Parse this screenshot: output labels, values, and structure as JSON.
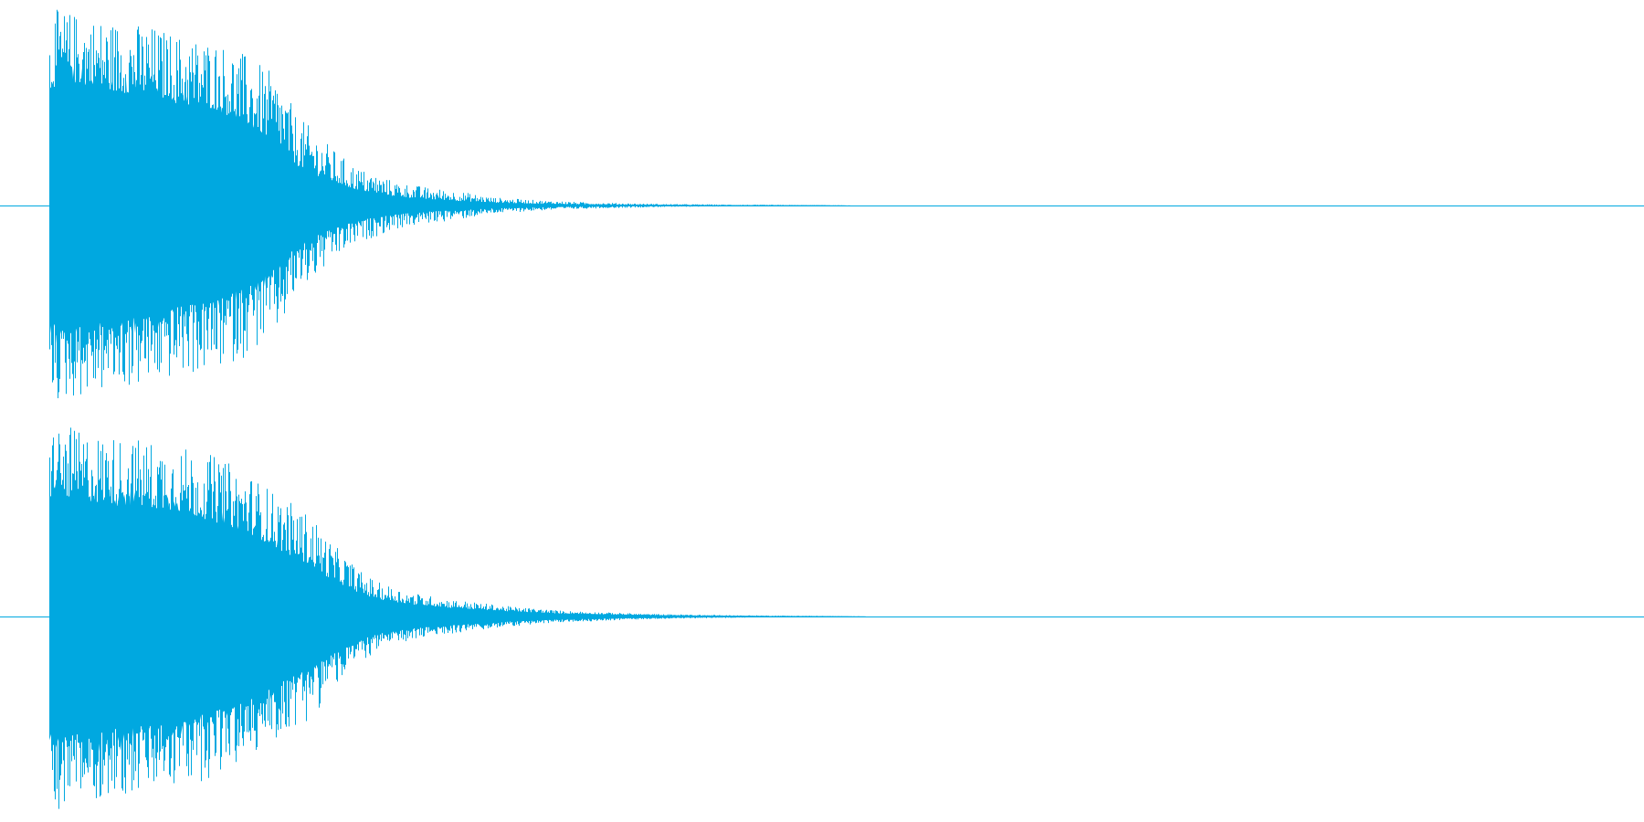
{
  "chart_data": {
    "type": "area",
    "title": "",
    "xlabel": "",
    "ylabel": "",
    "x_domain": [
      0,
      1
    ],
    "ylim": [
      -1,
      1
    ],
    "grid": false,
    "legend": "none",
    "series": [
      {
        "channel": 1,
        "x": [
          0.03,
          0.035,
          0.05,
          0.07,
          0.09,
          0.11,
          0.13,
          0.15,
          0.17,
          0.18,
          0.19,
          0.2,
          0.21,
          0.22,
          0.24,
          0.26,
          0.28,
          0.3,
          0.33,
          0.36,
          0.4,
          0.45,
          0.5,
          0.52,
          1.0
        ],
        "peak": [
          0.93,
          0.98,
          0.95,
          0.92,
          0.9,
          0.85,
          0.83,
          0.75,
          0.63,
          0.45,
          0.38,
          0.3,
          0.23,
          0.18,
          0.12,
          0.09,
          0.07,
          0.04,
          0.025,
          0.015,
          0.008,
          0.004,
          0.002,
          0.0,
          0.0
        ],
        "envelope": [
          0.55,
          0.62,
          0.6,
          0.56,
          0.55,
          0.5,
          0.48,
          0.4,
          0.3,
          0.2,
          0.16,
          0.12,
          0.09,
          0.07,
          0.045,
          0.03,
          0.022,
          0.014,
          0.008,
          0.005,
          0.003,
          0.0015,
          0.0008,
          0.0,
          0.0
        ]
      },
      {
        "channel": 2,
        "x": [
          0.03,
          0.035,
          0.05,
          0.07,
          0.09,
          0.11,
          0.13,
          0.15,
          0.17,
          0.19,
          0.2,
          0.21,
          0.22,
          0.23,
          0.25,
          0.27,
          0.29,
          0.31,
          0.34,
          0.37,
          0.4,
          0.45,
          0.5,
          0.53,
          1.0
        ],
        "peak": [
          0.98,
          0.96,
          0.92,
          0.9,
          0.88,
          0.85,
          0.8,
          0.72,
          0.6,
          0.5,
          0.38,
          0.3,
          0.22,
          0.17,
          0.12,
          0.09,
          0.07,
          0.05,
          0.03,
          0.02,
          0.012,
          0.006,
          0.003,
          0.0,
          0.0
        ],
        "envelope": [
          0.56,
          0.6,
          0.58,
          0.55,
          0.54,
          0.52,
          0.47,
          0.42,
          0.33,
          0.25,
          0.19,
          0.15,
          0.11,
          0.085,
          0.06,
          0.045,
          0.035,
          0.025,
          0.015,
          0.01,
          0.006,
          0.003,
          0.0015,
          0.0,
          0.0
        ]
      }
    ]
  },
  "colors": {
    "waveform": "#00a8e0",
    "center_line": "#00a8e0",
    "background": "#ffffff"
  }
}
